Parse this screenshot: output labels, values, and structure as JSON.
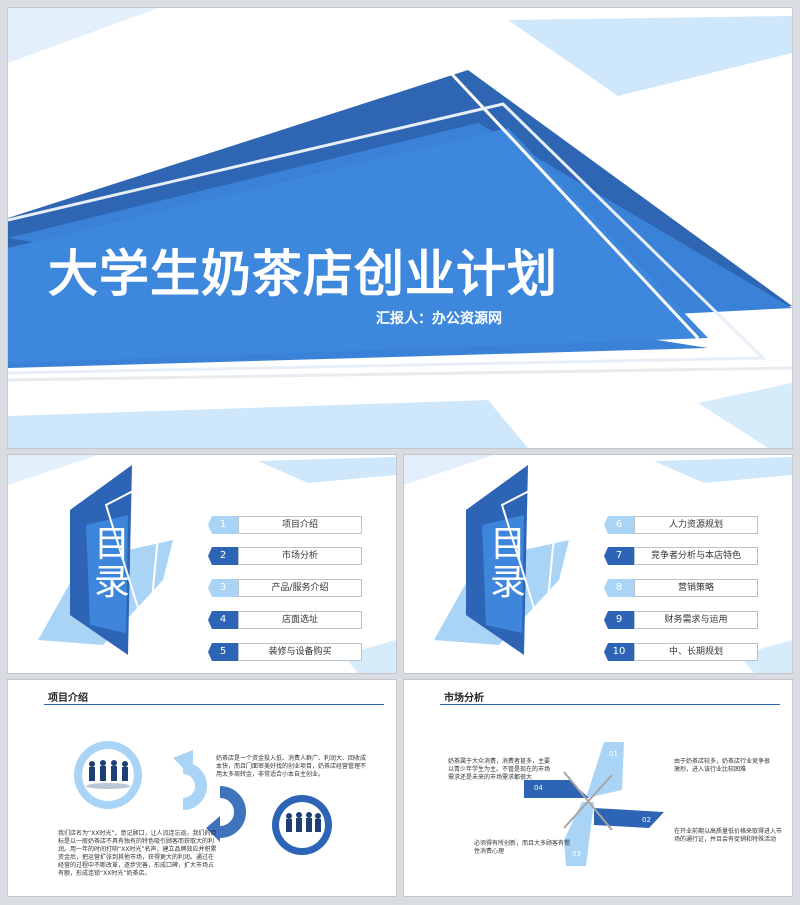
{
  "cover": {
    "title": "大学生奶茶店创业计划",
    "reporter": "汇报人：办公资源网"
  },
  "toc": {
    "heading_chars": [
      "目",
      "录"
    ],
    "items_left": [
      {
        "num": "1",
        "label": "项目介绍"
      },
      {
        "num": "2",
        "label": "市场分析"
      },
      {
        "num": "3",
        "label": "产品/服务介绍"
      },
      {
        "num": "4",
        "label": "店面选址"
      },
      {
        "num": "5",
        "label": "装修与设备购买"
      }
    ],
    "items_right": [
      {
        "num": "6",
        "label": "人力资源规划"
      },
      {
        "num": "7",
        "label": "竞争者分析与本店特色"
      },
      {
        "num": "8",
        "label": "营销策略"
      },
      {
        "num": "9",
        "label": "财务需求与运用"
      },
      {
        "num": "10",
        "label": "中、长期规划"
      }
    ]
  },
  "project_intro": {
    "title": "项目介绍",
    "text_top": "奶茶店是一个资金投入低、消费人群广、利润大、回收成本快，而且门面审美好找的创业项目，奶茶店经营管理不用太多周转金，非常适合小本自主创业。",
    "text_bottom": "我们店名为“XX时光”，意记顾口，让人流连忘返。我们的目标是以一般奶茶店不具有独有的特色吸引顾客而获取大的利润。用一年的时间打响“XX时光”名声，建立品牌效应并积累资金后，把运营扩张到其他市场，获得更大的利润。通过在经营的过程中不断改革，逐步完善，形成口碑，扩大市场占有额，形成连锁“XX时光”奶茶店。"
  },
  "market": {
    "title": "市场分析",
    "labels": [
      "01",
      "02",
      "03",
      "04"
    ],
    "text_left_top": "奶茶属于大众消费，消费者甚多，主要以青少年学生为主。不管是现在的市场需求还是未来的市场需求都很大",
    "text_right_top": "由于奶茶店较多，奶茶店行业竞争很激烈，进入该行业比较困难",
    "text_left_bottom": "必须得有所创新，而且大多顾客有惯性消费心理",
    "text_right_bottom": "在开业前期以高质量低价格来取得进入市场的通行证，并且会有促销和特殊活动"
  },
  "colors": {
    "primary": "#2e64b5",
    "mid": "#3d86db",
    "light": "#a9d4f6",
    "pale": "#d6ecfb"
  }
}
